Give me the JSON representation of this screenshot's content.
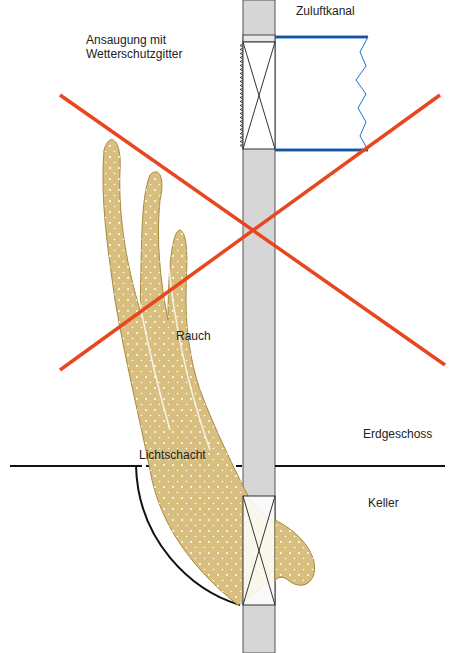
{
  "diagram": {
    "labels": [
      "Zuluftkanal",
      "Ansaugung mit Wetterschutzgitter",
      "Rauch",
      "Lichtschacht",
      "Erdgeschoss",
      "Keller"
    ]
  }
}
